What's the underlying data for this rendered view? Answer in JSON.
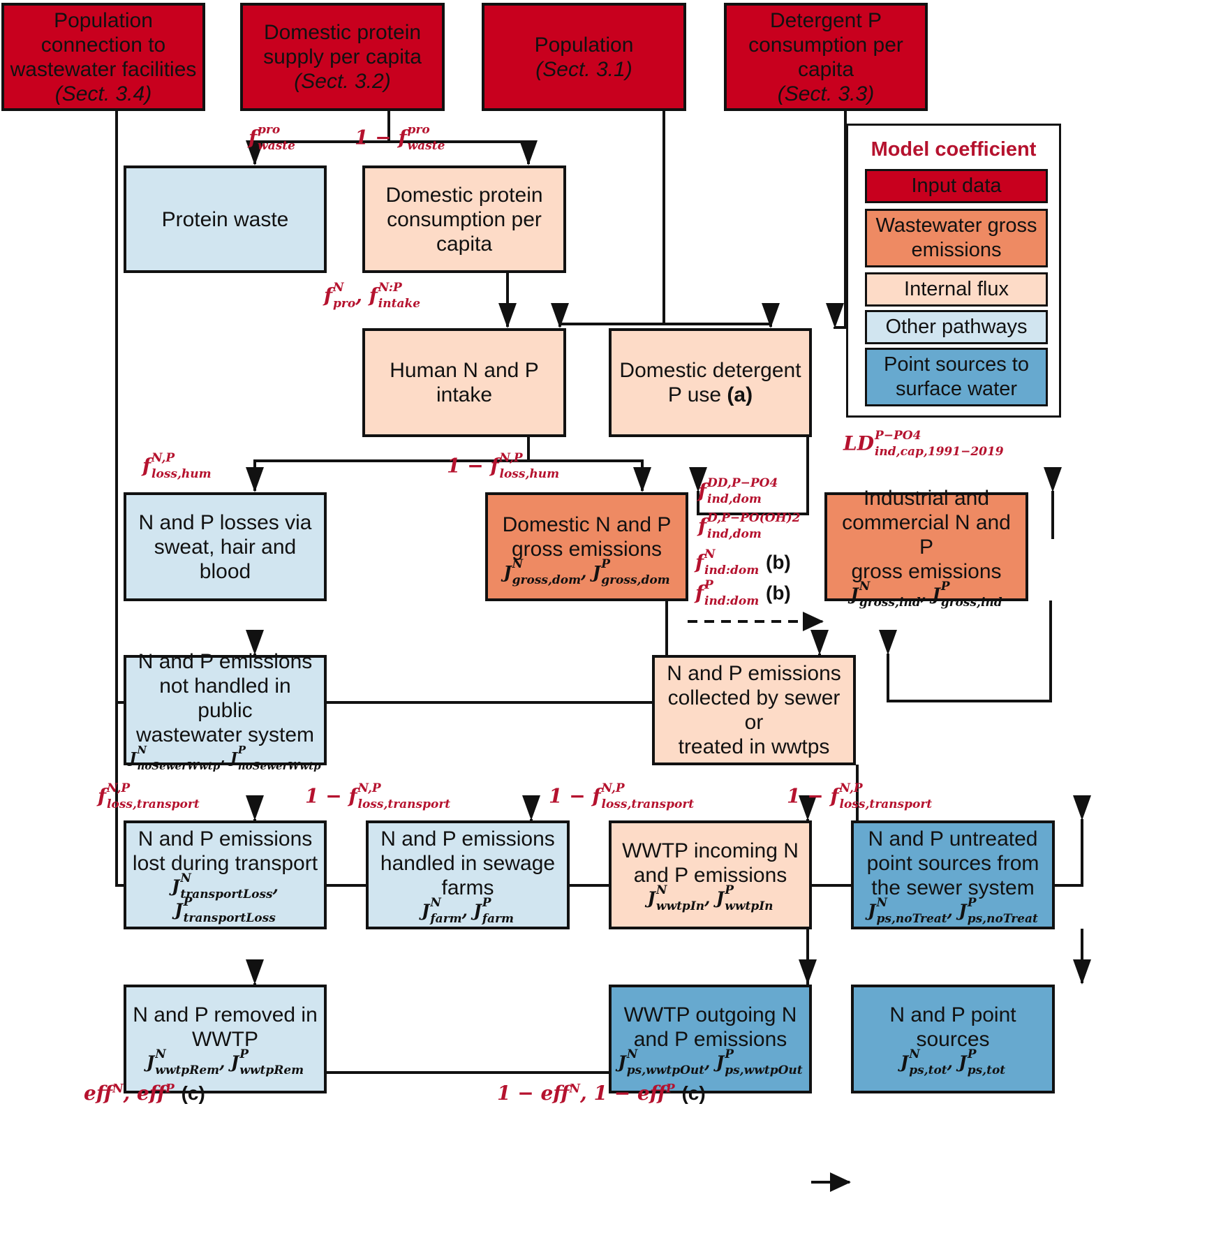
{
  "inputs": {
    "connection": {
      "line1": "Population",
      "line2": "connection to",
      "line3": "wastewater facilities",
      "sect": "(Sect. 3.4)"
    },
    "protein_supply": {
      "line1": "Domestic protein",
      "line2": "supply per capita",
      "sect": "(Sect. 3.2)"
    },
    "population": {
      "line1": "Population",
      "sect": "(Sect. 3.1)"
    },
    "detergent": {
      "line1": "Detergent P",
      "line2": "consumption per",
      "line3": "capita",
      "sect": "(Sect. 3.3)"
    }
  },
  "boxes": {
    "protein_waste": {
      "line1": "Protein waste"
    },
    "protein_consumption": {
      "line1": "Domestic protein",
      "line2": "consumption per",
      "line3": "capita"
    },
    "human_intake": {
      "line1": "Human N and P",
      "line2": "intake"
    },
    "detergent_use": {
      "line1": "Domestic detergent",
      "line2": "P use",
      "note": "(a)"
    },
    "losses_sweat": {
      "line1": "N and P losses via",
      "line2": "sweat, hair and",
      "line3": "blood"
    },
    "domestic_gross": {
      "line1": "Domestic N and P",
      "line2": "gross emissions",
      "j_n_sub": "gross,dom",
      "j_p_sub": "gross,dom"
    },
    "industrial_gross": {
      "line1": "Industrial and",
      "line2": "commercial N and P",
      "line3": "gross emissions",
      "j_n_sub": "gross,ind",
      "j_p_sub": "gross,ind"
    },
    "not_handled": {
      "line1": "N and P emissions",
      "line2": "not handled in public",
      "line3": "wastewater system",
      "j_n_sub": "noSewerWwtp",
      "j_p_sub": "noSewerWwtp"
    },
    "collected": {
      "line1": "N and P emissions",
      "line2": "collected by sewer or",
      "line3": "treated in wwtps"
    },
    "transport_loss": {
      "line1": "N and P emissions",
      "line2": "lost during transport",
      "j_n_sub": "transportLoss",
      "j_p_sub": "transportLoss"
    },
    "sewage_farms": {
      "line1": "N and P emissions",
      "line2": "handled in sewage",
      "line3": "farms",
      "j_n_sub": "farm",
      "j_p_sub": "farm"
    },
    "wwtp_in": {
      "line1": "WWTP incoming N",
      "line2": "and P emissions",
      "j_n_sub": "wwtpIn",
      "j_p_sub": "wwtpIn"
    },
    "untreated": {
      "line1": "N and P untreated",
      "line2": "point sources from",
      "line3": "the sewer system",
      "j_n_sub": "ps,noTreat",
      "j_p_sub": "ps,noTreat"
    },
    "removed": {
      "line1": "N and P removed in",
      "line2": "WWTP",
      "j_n_sub": "wwtpRem",
      "j_p_sub": "wwtpRem"
    },
    "wwtp_out": {
      "line1": "WWTP outgoing N",
      "line2": "and P emissions",
      "j_n_sub": "ps,wwtpOut",
      "j_p_sub": "ps,wwtpOut"
    },
    "point_sources": {
      "line1": "N and P point",
      "line2": "sources",
      "j_n_sub": "ps,tot",
      "j_p_sub": "ps,tot"
    }
  },
  "symbols": {
    "f": "f",
    "J": "J",
    "N": "N",
    "P": "P",
    "one_minus": "1 − ",
    "comma": ", ",
    "LD": "LD",
    "eff": "eff"
  },
  "coefficients": {
    "waste": {
      "sup": "pro",
      "sub": "waste"
    },
    "pro": {
      "sup": "N",
      "sub": "pro"
    },
    "intake": {
      "sup": "N:P",
      "sub": "intake"
    },
    "loss_hum": {
      "sup": "N,P",
      "sub": "loss,hum"
    },
    "dd_po4": {
      "sup": "DD,P−PO4",
      "sub": "ind,dom"
    },
    "d_pooh2": {
      "sup": "D,P−PO(OH)2",
      "sub": "ind,dom"
    },
    "ind_dom_n": {
      "sup": "N",
      "sub": "ind:dom",
      "note": "(b)"
    },
    "ind_dom_p": {
      "sup": "P",
      "sub": "ind:dom",
      "note": "(b)"
    },
    "ld": {
      "sup": "P−PO4",
      "sub": "ind,cap,1991−2019"
    },
    "loss_transport": {
      "sup": "N,P",
      "sub": "loss,transport"
    },
    "eff_note": "(c)"
  },
  "legend": {
    "title": "Model coefficient",
    "items": [
      {
        "label": "Input data",
        "color": "#c8001e"
      },
      {
        "label": "Wastewater gross emissions",
        "color": "#ee8a63"
      },
      {
        "label": "Internal flux",
        "color": "#fddbc7"
      },
      {
        "label": "Other pathways",
        "color": "#d1e5f0"
      },
      {
        "label": "Point sources to surface water",
        "color": "#67a9cf"
      }
    ]
  },
  "colors": {
    "coefficient_text": "#b5122e",
    "connector": "#111111"
  }
}
